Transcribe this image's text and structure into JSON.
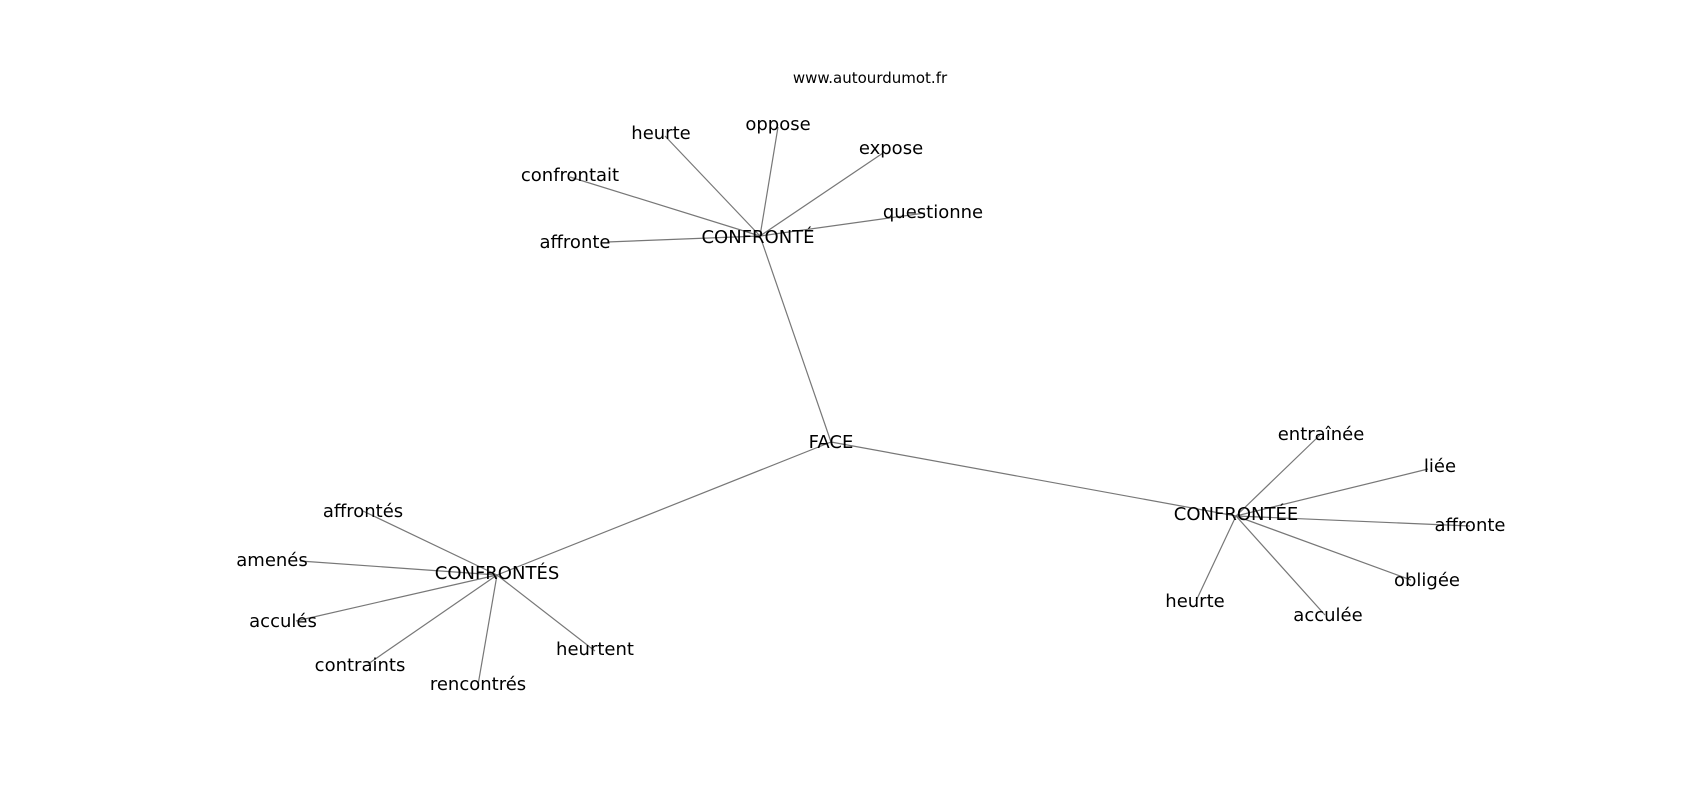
{
  "watermark": "www.autourdumot.fr",
  "colors": {
    "edge": "#777777",
    "text": "#000000",
    "background": "#ffffff"
  },
  "graph": {
    "center": "FACE",
    "hubs": [
      {
        "label": "CONFRONTÉ",
        "leaves": [
          "heurte",
          "oppose",
          "expose",
          "confrontait",
          "questionne",
          "affronte"
        ]
      },
      {
        "label": "CONFRONTÉE",
        "leaves": [
          "entraînée",
          "liée",
          "affronte",
          "obligée",
          "acculée",
          "heurte"
        ]
      },
      {
        "label": "CONFRONTÉS",
        "leaves": [
          "affrontés",
          "amenés",
          "acculés",
          "contraints",
          "rencontrés",
          "heurtent"
        ]
      }
    ]
  }
}
